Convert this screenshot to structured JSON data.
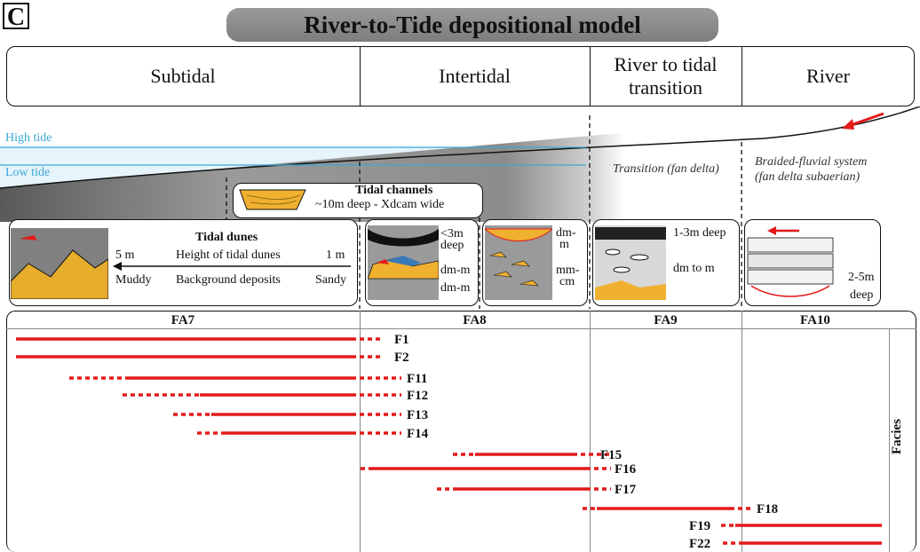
{
  "panel_letter": "C",
  "title": "River-to-Tide depositional model",
  "zones": [
    {
      "label": "Subtidal"
    },
    {
      "label": "Intertidal"
    },
    {
      "label": "River to tidal transition"
    },
    {
      "label": "River"
    }
  ],
  "tide": {
    "high": "High tide",
    "low": "Low tide"
  },
  "settings": {
    "transition": "Transition (fan delta)",
    "braided_1": "Braided-fluvial system",
    "braided_2": "(fan delta subaerian)"
  },
  "tidal_channels": {
    "title": "Tidal channels",
    "desc": "~10m deep - Xdcam wide"
  },
  "tidal_dunes": {
    "title": "Tidal dunes",
    "height_label": "Height of tidal dunes",
    "background_label": "Background deposits",
    "left_height": "5 m",
    "right_height": "1 m",
    "left_bg": "Muddy",
    "right_bg": "Sandy"
  },
  "fa8_left": {
    "top": "<3m",
    "top2": "deep",
    "mid": "dm-m",
    "bot": "dm-m"
  },
  "fa8_right": {
    "top": "dm-",
    "top2": "m",
    "mid": "mm-",
    "mid2": "cm"
  },
  "fa9": {
    "top": "1-3m deep",
    "mid": "dm to m"
  },
  "fa10": {
    "depth1": "2-5m",
    "depth2": "deep"
  },
  "facies_associations": [
    "FA7",
    "FA8",
    "FA9",
    "FA10"
  ],
  "facies_axis_label": "Facies",
  "colors": {
    "line": "#e41a1a",
    "sky": "#3aa7d6",
    "sand": "#f0b030",
    "mud": "#7a7a7a"
  },
  "facies": [
    {
      "name": "F1",
      "dashed_start": null,
      "solid": [
        "FA7 start",
        "FA7 end"
      ],
      "dashed_end": "FA8 edge"
    },
    {
      "name": "F2",
      "dashed_start": null,
      "solid": [
        "FA7 start",
        "FA7 end"
      ],
      "dashed_end": "FA8 edge"
    },
    {
      "name": "F11",
      "dashed_start": "FA7",
      "solid": [
        "FA7",
        "FA7 end"
      ],
      "dashed_end": "FA8 edge"
    },
    {
      "name": "F12",
      "dashed_start": "FA7",
      "solid": [
        "FA7",
        "FA7 end"
      ],
      "dashed_end": "FA8 edge"
    },
    {
      "name": "F13",
      "dashed_start": "FA7",
      "solid": [
        "FA7",
        "FA7 end"
      ],
      "dashed_end": "FA8 edge"
    },
    {
      "name": "F14",
      "dashed_start": "FA7",
      "solid": [
        "FA7",
        "FA7 end"
      ],
      "dashed_end": "FA8 edge"
    },
    {
      "name": "F15",
      "dashed_start": "FA8",
      "solid": [
        "FA8",
        "FA8"
      ],
      "dashed_end": "FA9 edge"
    },
    {
      "name": "F16",
      "dashed_start": "FA8 edge",
      "solid": [
        "FA8",
        "FA8 end"
      ],
      "dashed_end": "FA9 edge"
    },
    {
      "name": "F17",
      "dashed_start": "FA8",
      "solid": [
        "FA8",
        "FA8 end"
      ],
      "dashed_end": "FA9 edge"
    },
    {
      "name": "F18",
      "dashed_start": "FA9 edge",
      "solid": [
        "FA9",
        "FA9 end"
      ],
      "dashed_end": "FA10 edge"
    },
    {
      "name": "F19",
      "dashed_start": "FA10 edge",
      "solid": [
        "FA10",
        "FA10 end"
      ],
      "dashed_end": null
    },
    {
      "name": "F22",
      "dashed_start": "FA10 edge",
      "solid": [
        "FA10",
        "FA10 end"
      ],
      "dashed_end": null
    }
  ]
}
